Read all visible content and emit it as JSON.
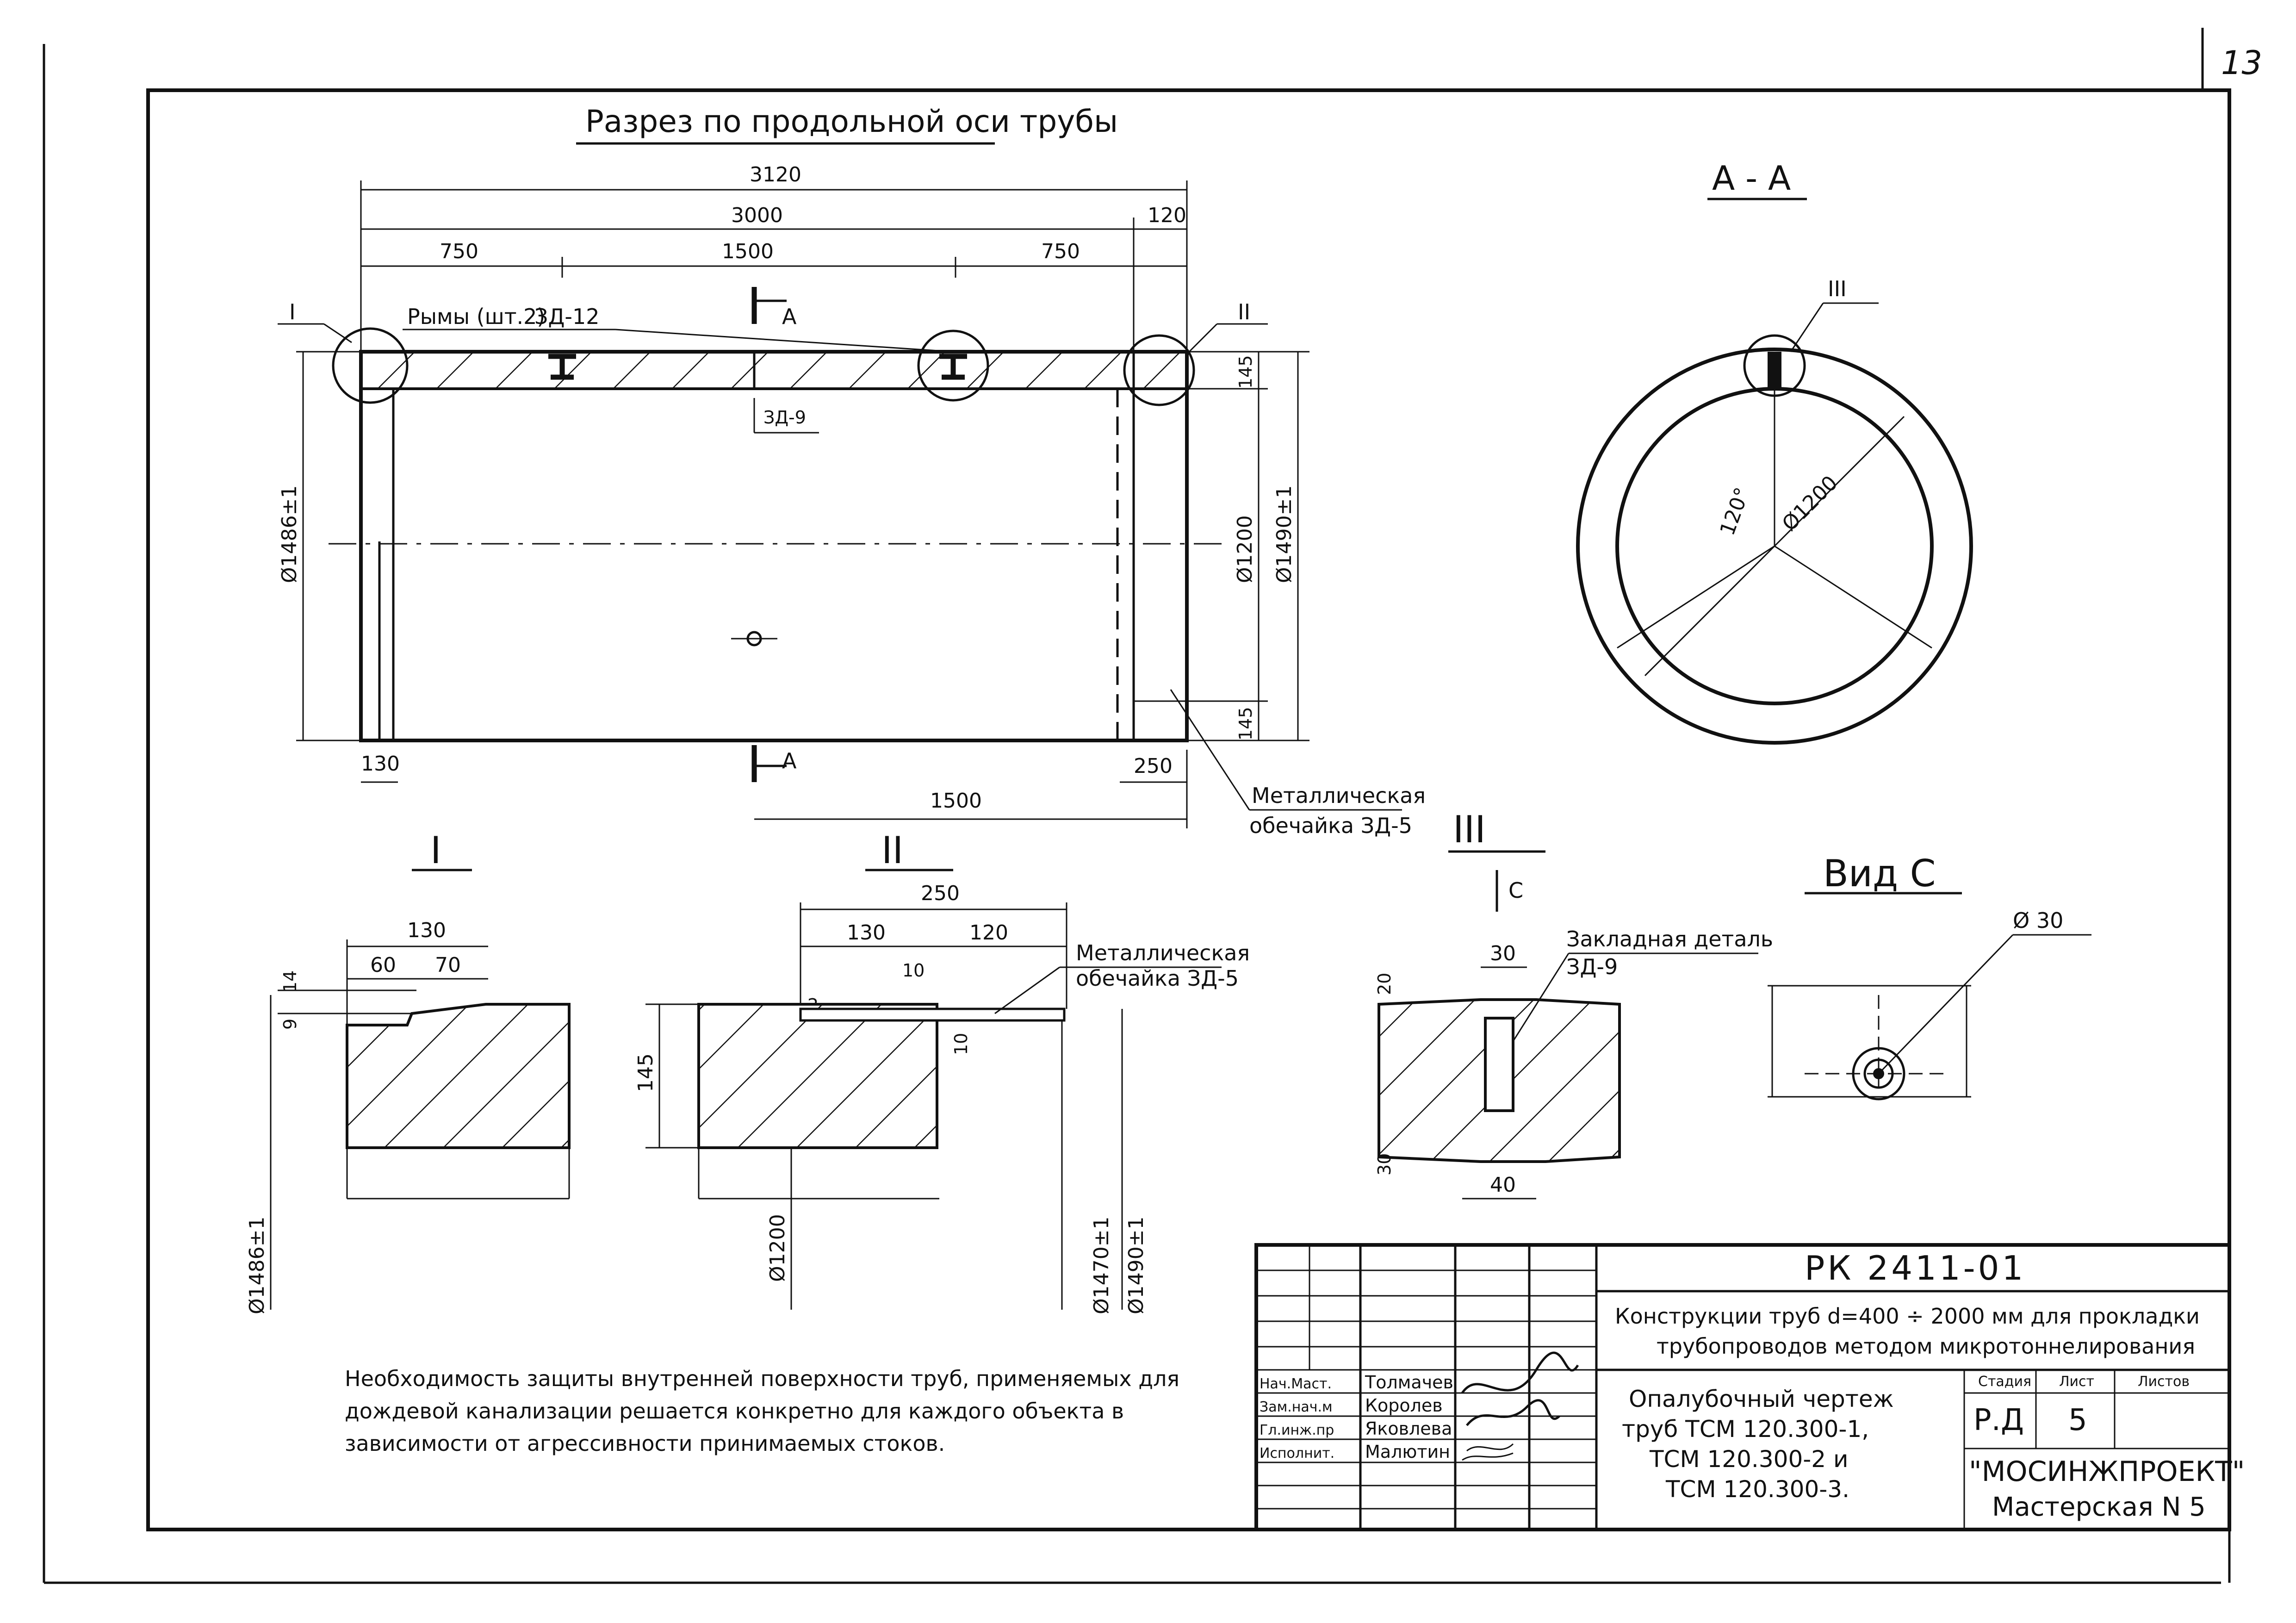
{
  "page_number": "13",
  "main_view": {
    "title": "Разрез по продольной оси трубы",
    "dims": {
      "total_length": "3120",
      "body_length": "3000",
      "end_extension": "120",
      "left_segment": "750",
      "middle_segment": "1500",
      "right_segment": "750",
      "outer_diameter_left": "Ø1486±1",
      "inner_diameter": "Ø1200",
      "outer_diameter_right": "Ø1490±1",
      "wall_top": "145",
      "wall_bottom": "145",
      "left_end": "130",
      "right_end": "250",
      "half_length": "1500"
    },
    "labels": {
      "node_1": "I",
      "node_2": "II",
      "lifting_loops": "Рымы (шт.2)",
      "lifting_loop_part": "ЗД-12",
      "embedded_part": "ЗД-9",
      "section_mark_top": "А",
      "section_mark_bottom": "А",
      "shell_line1": "Металлическая",
      "shell_line2": "обечайка ЗД-5"
    }
  },
  "section_aa": {
    "title": "А - А",
    "node": "III",
    "angle": "120°",
    "diameter": "Ø1200"
  },
  "detail_1": {
    "title": "I",
    "dim_total": "130",
    "dim_a": "60",
    "dim_b": "70",
    "dim_c": "14",
    "dim_d": "9",
    "diameter": "Ø1486±1"
  },
  "detail_2": {
    "title": "II",
    "dim_total": "250",
    "dim_a": "130",
    "dim_b": "120",
    "dim_c": "10",
    "dim_d": "2",
    "dim_e": "10",
    "dim_h": "145",
    "shell_line1": "Металлическая",
    "shell_line2": "обечайка ЗД-5",
    "diameter_inner": "Ø1200",
    "diameter_1": "Ø1470±1",
    "diameter_2": "Ø1490±1"
  },
  "detail_3": {
    "title": "III",
    "view_mark": "C",
    "dim_top": "30",
    "dim_bottom": "40",
    "dim_left_top": "20",
    "dim_left_bottom": "30",
    "part_line1": "Закладная деталь",
    "part_line2": "ЗД-9"
  },
  "view_c": {
    "title": "Вид С",
    "diameter": "Ø 30"
  },
  "note": {
    "line1": "Необходимость защиты внутренней поверхности труб, применяемых для",
    "line2": "дождевой канализации решается конкретно для каждого объекта в",
    "line3": "зависимости от агрессивности принимаемых стоков."
  },
  "title_block": {
    "code": "РК 2411-01",
    "project_line1": "Конструкции труб d=400 ÷ 2000 мм для прокладки",
    "project_line2": "трубопроводов методом микротоннелирования",
    "drawing_line1": "Опалубочный чертеж",
    "drawing_line2": "труб ТСМ 120.300-1,",
    "drawing_line3": "ТСМ 120.300-2 и",
    "drawing_line4": "ТСМ 120.300-3.",
    "stage_header": "Стадия",
    "sheet_header": "Лист",
    "sheets_header": "Листов",
    "stage_value": "Р.Д",
    "sheet_value": "5",
    "organization_line1": "\"МОСИНЖПРОЕКТ\"",
    "organization_line2": "Мастерская N 5",
    "signers": [
      {
        "role": "Нач.Маст.",
        "name": "Толмачев"
      },
      {
        "role": "Зам.нач.м",
        "name": "Королев"
      },
      {
        "role": "Гл.инж.пр",
        "name": "Яковлева"
      },
      {
        "role": "Исполнит.",
        "name": "Малютин"
      }
    ]
  }
}
